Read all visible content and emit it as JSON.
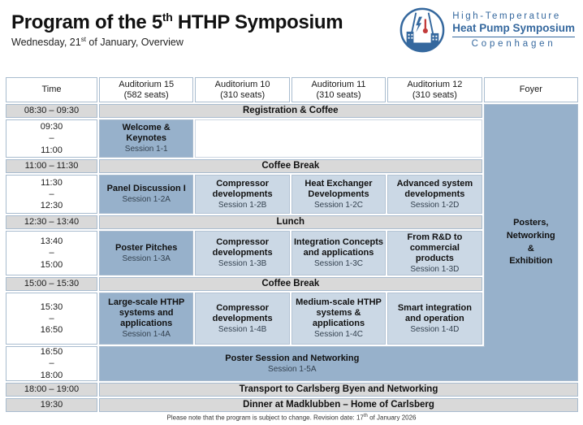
{
  "page": {
    "title": {
      "pre": "Program of the 5",
      "sup": "th",
      "post": " HTHP Symposium"
    },
    "subtitle": {
      "pre": "Wednesday, 21",
      "sup": "st",
      "post": " of January, Overview"
    },
    "footer": {
      "pre": "Please note that the program is subject to change. Revision date: 17",
      "sup": "th",
      "post": " of January 2026"
    }
  },
  "logo": {
    "line1": "High-Temperature",
    "line2": "Heat Pump Symposium",
    "line3": "Copenhagen",
    "icon": "symposium-logo-icon"
  },
  "colors": {
    "brand_blue": "#35689e",
    "medium_blue": "#97b1cb",
    "light_blue": "#cbd8e5",
    "break_gray": "#d9d9d9",
    "border": "#a9bccf"
  },
  "schedule": {
    "columns": [
      {
        "title": "Time",
        "subtitle": ""
      },
      {
        "title": "Auditorium 15",
        "subtitle": "(582 seats)"
      },
      {
        "title": "Auditorium 10",
        "subtitle": "(310 seats)"
      },
      {
        "title": "Auditorium 11",
        "subtitle": "(310 seats)"
      },
      {
        "title": "Auditorium 12",
        "subtitle": "(310 seats)"
      },
      {
        "title": "Foyer",
        "subtitle": ""
      }
    ],
    "foyer_lines": {
      "l1": "Posters,",
      "l2": "Networking",
      "l3": "&",
      "l4": "Exhibition"
    },
    "rows": {
      "registration": {
        "time": "08:30 – 09:30",
        "label": "Registration & Coffee"
      },
      "block1": {
        "start": "09:30",
        "dash": "–",
        "end": "11:00",
        "a": {
          "title": "Welcome & Keynotes",
          "code": "Session 1-1"
        }
      },
      "coffee1": {
        "time": "11:00 – 11:30",
        "label": "Coffee Break"
      },
      "block2": {
        "start": "11:30",
        "dash": "–",
        "end": "12:30",
        "a": {
          "title": "Panel Discussion I",
          "code": "Session 1-2A"
        },
        "b": {
          "title": "Compressor developments",
          "code": "Session 1-2B"
        },
        "c": {
          "title": "Heat Exchanger Developments",
          "code": "Session 1-2C"
        },
        "d": {
          "title": "Advanced system developments",
          "code": "Session 1-2D"
        }
      },
      "lunch": {
        "time": "12:30 – 13:40",
        "label": "Lunch"
      },
      "block3": {
        "start": "13:40",
        "dash": "–",
        "end": "15:00",
        "a": {
          "title": "Poster Pitches",
          "code": "Session 1-3A"
        },
        "b": {
          "title": "Compressor developments",
          "code": "Session 1-3B"
        },
        "c": {
          "title": "Integration Concepts and applications",
          "code": "Session 1-3C"
        },
        "d": {
          "title": "From R&D to commercial products",
          "code": "Session 1-3D"
        }
      },
      "coffee2": {
        "time": "15:00 – 15:30",
        "label": "Coffee Break"
      },
      "block4": {
        "start": "15:30",
        "dash": "–",
        "end": "16:50",
        "a": {
          "title": "Large-scale HTHP systems and applications",
          "code": "Session 1-4A"
        },
        "b": {
          "title": "Compressor developments",
          "code": "Session 1-4B"
        },
        "c": {
          "title": "Medium-scale HTHP systems & applications",
          "code": "Session 1-4C"
        },
        "d": {
          "title": "Smart integration and operation",
          "code": "Session 1-4D"
        }
      },
      "poster": {
        "start": "16:50",
        "dash": "–",
        "end": "18:00",
        "title": "Poster Session and Networking",
        "code": "Session 1-5A"
      },
      "transport": {
        "time": "18:00 – 19:00",
        "label": "Transport to Carlsberg Byen and Networking"
      },
      "dinner": {
        "time": "19:30",
        "label": "Dinner at Madklubben – Home of Carlsberg"
      }
    }
  }
}
